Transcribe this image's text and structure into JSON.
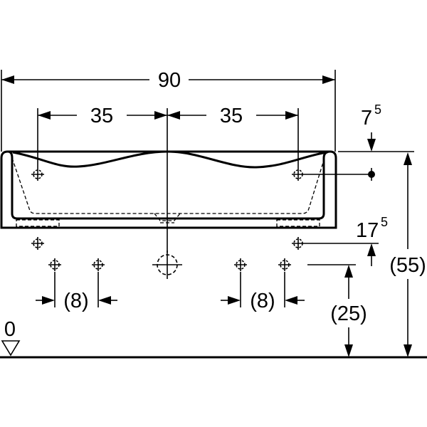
{
  "drawing": {
    "overall_width": "90",
    "half_left": "35",
    "half_right": "35",
    "top_offset": {
      "base": "7",
      "sup": "5"
    },
    "lower_offset": {
      "base": "17",
      "sup": "5"
    },
    "total_height": "(55)",
    "mount_height": "(25)",
    "spacing_left": "(8)",
    "spacing_right": "(8)",
    "floor_label": "0",
    "color": "#000000"
  }
}
